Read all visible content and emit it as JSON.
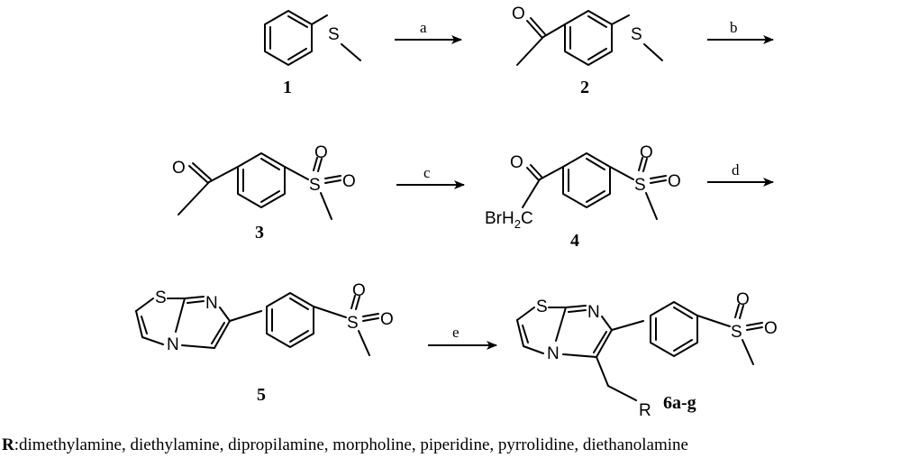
{
  "compounds": [
    "1",
    "2",
    "3",
    "4",
    "5",
    "6a-g"
  ],
  "steps": [
    "a",
    "b",
    "c",
    "d",
    "e"
  ],
  "atoms": {
    "sulfur": "S",
    "oxygen": "O",
    "nitrogen": "N",
    "bromomethyl_prefix": "BrH",
    "bromomethyl_subscript": "2",
    "bromomethyl_suffix": "C",
    "r_group": "R"
  },
  "legend": {
    "r_symbol": "R",
    "r_definition": ":dimethylamine, diethylamine, dipropilamine, morpholine, piperidine, pyrrolidine, diethanolamine"
  }
}
